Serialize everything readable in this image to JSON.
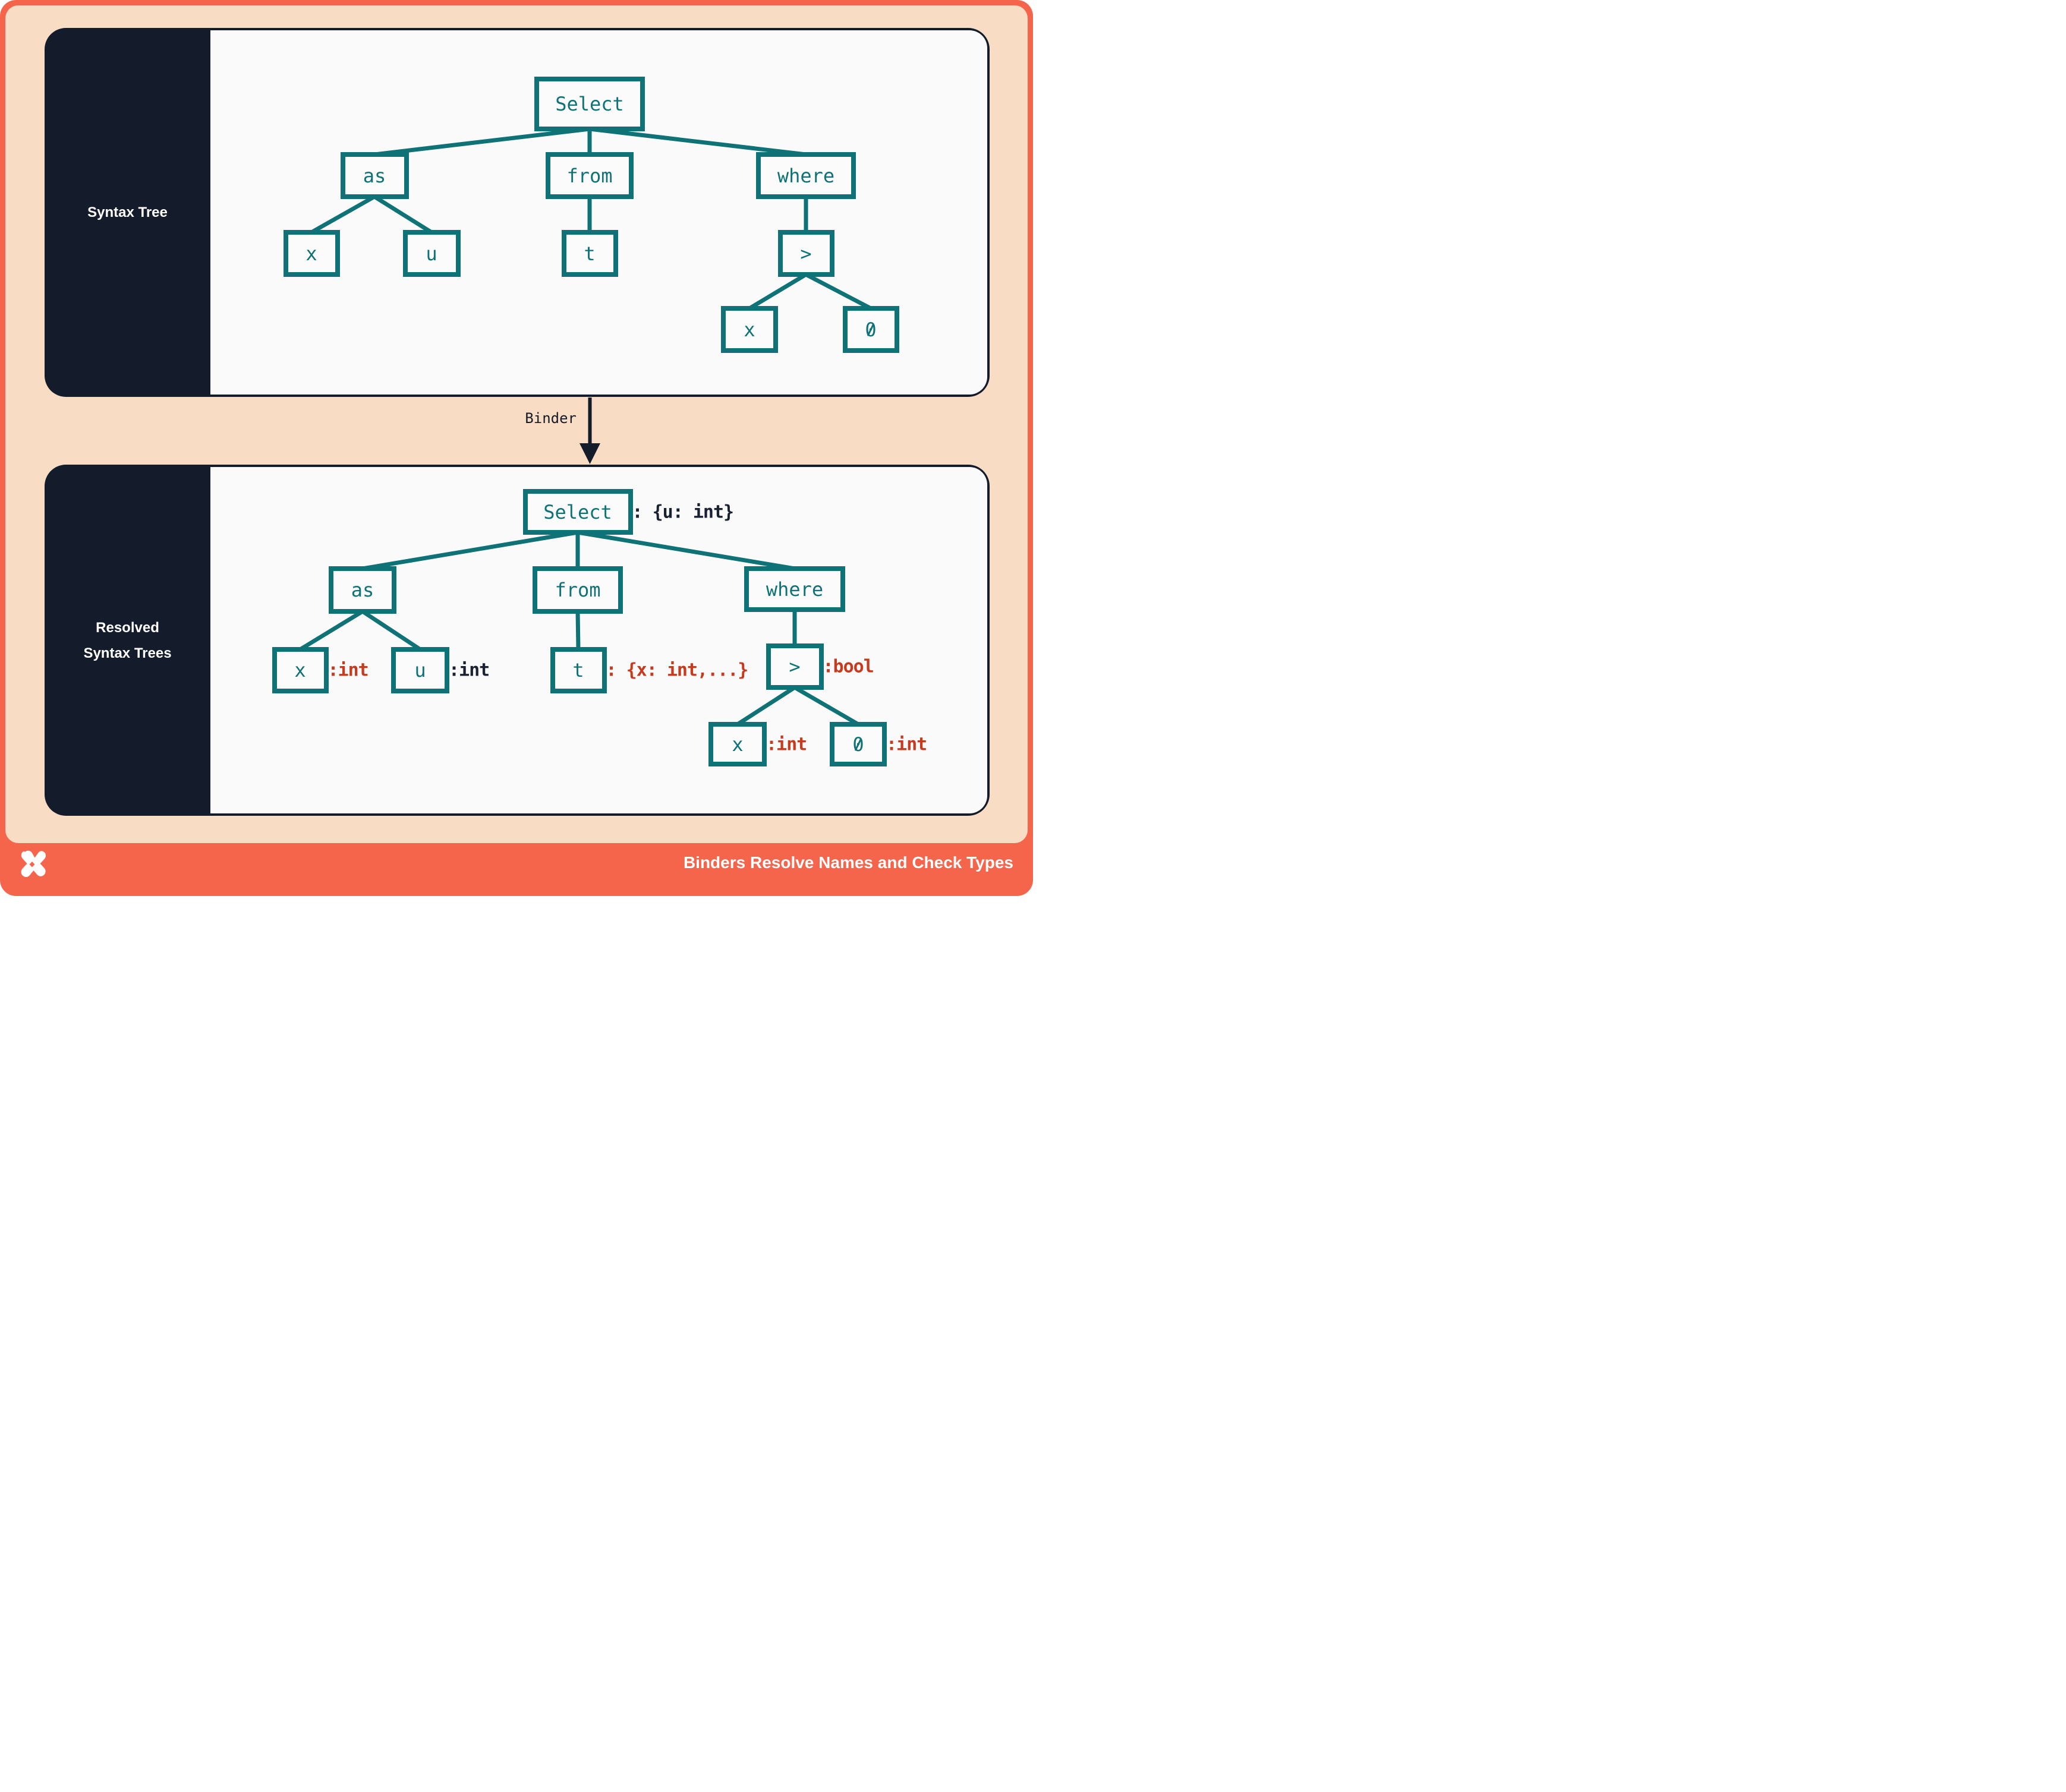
{
  "colors": {
    "frame_orange": "#F5654B",
    "peach": "#F8DCC4",
    "panel_navy": "#141B2A",
    "content_white": "#FAFAFB",
    "teal": "#0E7277",
    "red": "#C63A1D",
    "navy": "#1A2232"
  },
  "panels": {
    "top": {
      "label": "Syntax Tree"
    },
    "bottom": {
      "label_lines": [
        "Resolved",
        "Syntax Trees"
      ]
    }
  },
  "binder": {
    "label": "Binder"
  },
  "footer": {
    "title": "Binders Resolve Names and Check Types",
    "logo": "dolt-x-logo"
  },
  "syntax_tree": {
    "nodes": [
      {
        "id": "select",
        "label": "Select"
      },
      {
        "id": "as",
        "label": "as"
      },
      {
        "id": "from",
        "label": "from"
      },
      {
        "id": "where",
        "label": "where"
      },
      {
        "id": "x1",
        "label": "x"
      },
      {
        "id": "u",
        "label": "u"
      },
      {
        "id": "t",
        "label": "t"
      },
      {
        "id": "gt",
        "label": ">"
      },
      {
        "id": "x2",
        "label": "x"
      },
      {
        "id": "zero",
        "label": "0"
      }
    ],
    "edges": [
      [
        "select",
        "as"
      ],
      [
        "select",
        "from"
      ],
      [
        "select",
        "where"
      ],
      [
        "as",
        "x1"
      ],
      [
        "as",
        "u"
      ],
      [
        "from",
        "t"
      ],
      [
        "where",
        "gt"
      ],
      [
        "gt",
        "x2"
      ],
      [
        "gt",
        "zero"
      ]
    ]
  },
  "resolved_tree": {
    "nodes": [
      {
        "id": "select",
        "label": "Select",
        "annotation": ": {u: int}",
        "annotation_color": "navy"
      },
      {
        "id": "as",
        "label": "as"
      },
      {
        "id": "from",
        "label": "from"
      },
      {
        "id": "where",
        "label": "where"
      },
      {
        "id": "x1",
        "label": "x",
        "annotation": ":int",
        "annotation_color": "red"
      },
      {
        "id": "u",
        "label": "u",
        "annotation": ":int",
        "annotation_color": "navy"
      },
      {
        "id": "t",
        "label": "t",
        "annotation": ": {x: int,...}",
        "annotation_color": "red"
      },
      {
        "id": "gt",
        "label": ">",
        "annotation": ":bool",
        "annotation_color": "red"
      },
      {
        "id": "x2",
        "label": "x",
        "annotation": ":int",
        "annotation_color": "red"
      },
      {
        "id": "zero",
        "label": "0",
        "annotation": ":int",
        "annotation_color": "red"
      }
    ],
    "edges": [
      [
        "select",
        "as"
      ],
      [
        "select",
        "from"
      ],
      [
        "select",
        "where"
      ],
      [
        "as",
        "x1"
      ],
      [
        "as",
        "u"
      ],
      [
        "from",
        "t"
      ],
      [
        "where",
        "gt"
      ],
      [
        "gt",
        "x2"
      ],
      [
        "gt",
        "zero"
      ]
    ]
  }
}
